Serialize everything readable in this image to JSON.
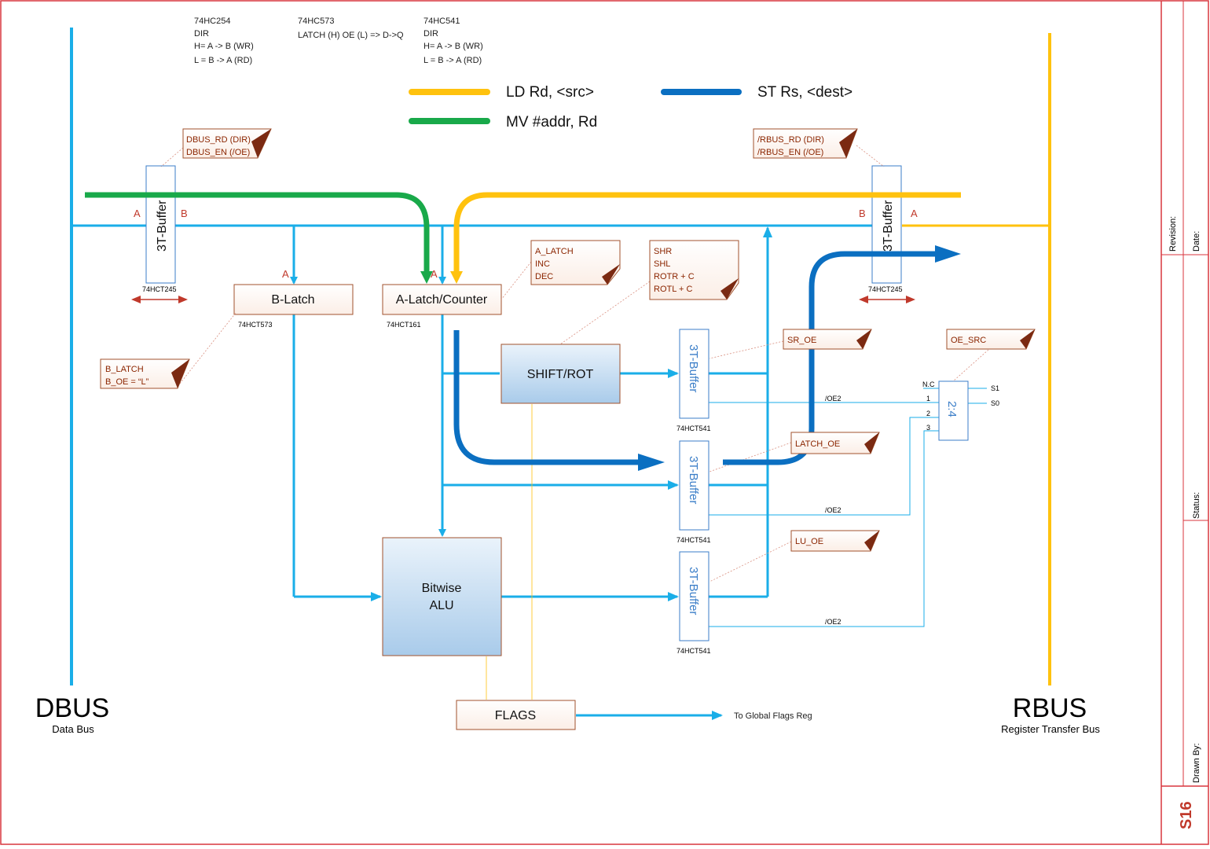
{
  "colors": {
    "bus_light_blue": "#1aaee8",
    "dark_blue": "#0b6fc1",
    "yellow": "#ffc20e",
    "green": "#19a94a",
    "frame_red": "#d9363e",
    "note_text": "#8b2500",
    "buffer_text": "#3b7ec8"
  },
  "header_notes": [
    {
      "lines": [
        "74HC254",
        "DIR",
        "H= A -> B (WR)",
        "L = B -> A (RD)"
      ]
    },
    {
      "lines": [
        "74HC573",
        "LATCH (H)  OE (L) => D->Q"
      ]
    },
    {
      "lines": [
        "74HC541",
        "DIR",
        "H= A -> B (WR)",
        "L = B -> A (RD)"
      ]
    }
  ],
  "legend": [
    {
      "label": "LD Rd, <src>",
      "color": "#ffc20e"
    },
    {
      "label": "ST Rs, <dest>",
      "color": "#0b6fc1"
    },
    {
      "label": "MV #addr, Rd",
      "color": "#19a94a"
    }
  ],
  "buses": {
    "dbus": {
      "title": "DBUS",
      "subtitle": "Data Bus"
    },
    "rbus": {
      "title": "RBUS",
      "subtitle": "Register Transfer Bus"
    }
  },
  "buffers": {
    "left": {
      "label": "3T-Buffer",
      "part": "74HCT245",
      "port_a": "A",
      "port_b": "B"
    },
    "right": {
      "label": "3T-Buffer",
      "part": "74HCT245",
      "port_a": "A",
      "port_b": "B"
    },
    "shift": {
      "label": "3T-Buffer",
      "part": "74HCT541"
    },
    "latch": {
      "label": "3T-Buffer",
      "part": "74HCT541"
    },
    "alu": {
      "label": "3T-Buffer",
      "part": "74HCT541"
    }
  },
  "blocks": {
    "b_latch": {
      "label": "B-Latch",
      "part": "74HCT573",
      "port": "A"
    },
    "a_latch": {
      "label": "A-Latch/Counter",
      "part": "74HCT161",
      "port": "A"
    },
    "shift_rot": {
      "label": "SHIFT/ROT"
    },
    "alu": {
      "line1": "Bitwise",
      "line2": "ALU"
    },
    "flags": {
      "label": "FLAGS"
    },
    "flags_target": "To Global Flags Reg"
  },
  "notes": {
    "dbus_ctl": [
      "DBUS_RD (DIR)",
      "DBUS_EN (/OE)"
    ],
    "rbus_ctl": [
      "/RBUS_RD (DIR)",
      "/RBUS_EN (/OE)"
    ],
    "a_latch": [
      "A_LATCH",
      "INC",
      "DEC"
    ],
    "shift_ops": [
      "SHR",
      "SHL",
      "ROTR + C",
      "ROTL + C"
    ],
    "b_latch": [
      "B_LATCH",
      "B_OE = “L”"
    ],
    "sr_oe": [
      "SR_OE"
    ],
    "latch_oe": [
      "LATCH_OE"
    ],
    "lu_oe": [
      "LU_OE"
    ],
    "oe_src": [
      "OE_SRC"
    ]
  },
  "decoder": {
    "label": "2:4",
    "inputs": [
      "N.C",
      "1",
      "2",
      "3"
    ],
    "selects": [
      "S1",
      "S0"
    ],
    "oe_signal": "/OE2"
  },
  "title_block": {
    "revision": "Revision:",
    "date": "Date:",
    "status": "Status:",
    "drawn_by": "Drawn By:",
    "sheet_id": "S16"
  }
}
